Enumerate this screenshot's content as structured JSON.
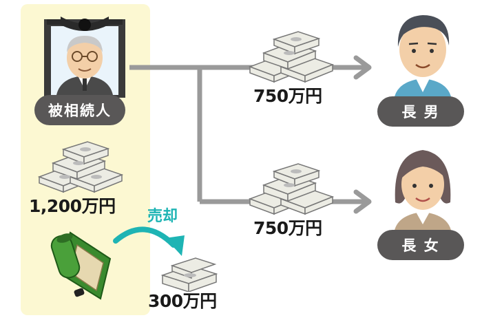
{
  "decedent": {
    "label": "被相続人"
  },
  "estate": {
    "cash_amount": "1,200万円"
  },
  "sale": {
    "label": "売却",
    "proceeds": "300万円"
  },
  "heirs": [
    {
      "label": "長 男",
      "share": "750万円"
    },
    {
      "label": "長 女",
      "share": "750万円"
    }
  ],
  "colors": {
    "panel": "#fcf8d2",
    "arrow": "#9a9a9a",
    "pill": "#595757",
    "sell_arrow": "#1eb4b4",
    "carpet": "#3a8a2e"
  }
}
